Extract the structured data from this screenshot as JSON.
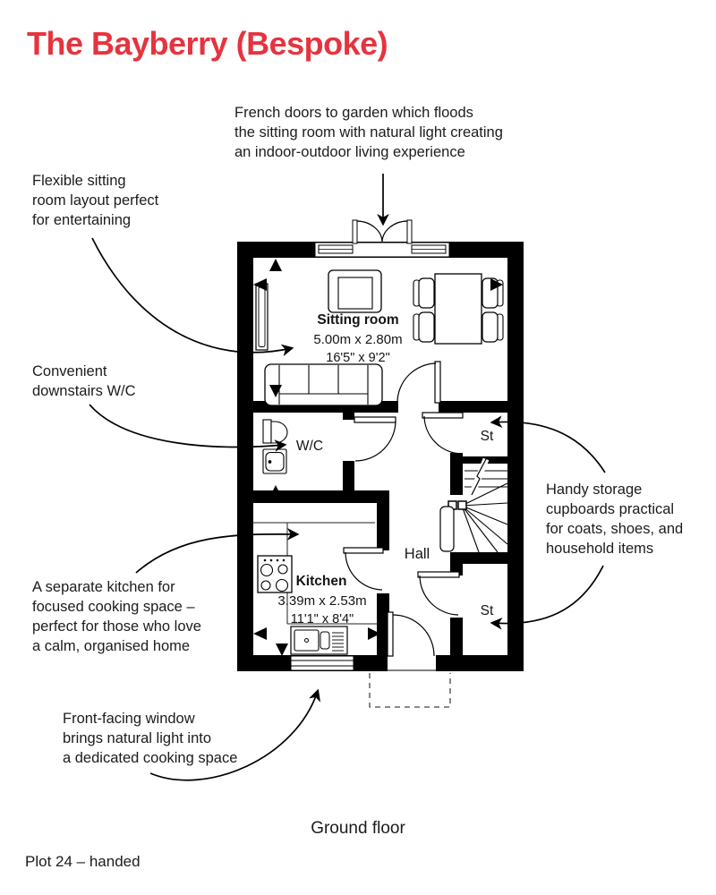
{
  "title": "The Bayberry (Bespoke)",
  "colors": {
    "accent_red": "#E5343F",
    "plan_ink": "#000000"
  },
  "footer": {
    "floor_label": "Ground floor",
    "plot_label": "Plot 24 – handed"
  },
  "annotations": {
    "french_doors": {
      "lines": [
        "French doors to garden which floods",
        "the sitting room with natural light creating",
        "an indoor-outdoor living experience"
      ]
    },
    "sitting_flex": {
      "lines": [
        "Flexible sitting",
        "room layout perfect",
        "for entertaining"
      ]
    },
    "wc": {
      "lines": [
        "Convenient",
        "downstairs W/C"
      ]
    },
    "kitchen": {
      "lines": [
        "A separate kitchen for",
        "focused cooking space –",
        "perfect for those who love",
        "a calm, organised home"
      ]
    },
    "storage": {
      "lines": [
        "Handy storage",
        "cupboards practical",
        "for coats, shoes, and",
        "household items"
      ]
    },
    "front_window": {
      "lines": [
        "Front-facing window",
        "brings natural light into",
        "a dedicated cooking space"
      ]
    }
  },
  "plan": {
    "rooms": {
      "sitting_room": {
        "name": "Sitting room",
        "metric": "5.00m x 2.80m",
        "imperial": "16'5\" x 9'2\""
      },
      "kitchen": {
        "name": "Kitchen",
        "metric": "3.39m x 2.53m",
        "imperial": "11'1\" x 8'4\""
      },
      "wc": {
        "name": "W/C"
      },
      "hall": {
        "name": "Hall"
      },
      "store_top": {
        "label": "St"
      },
      "store_bottom": {
        "label": "St"
      }
    }
  }
}
